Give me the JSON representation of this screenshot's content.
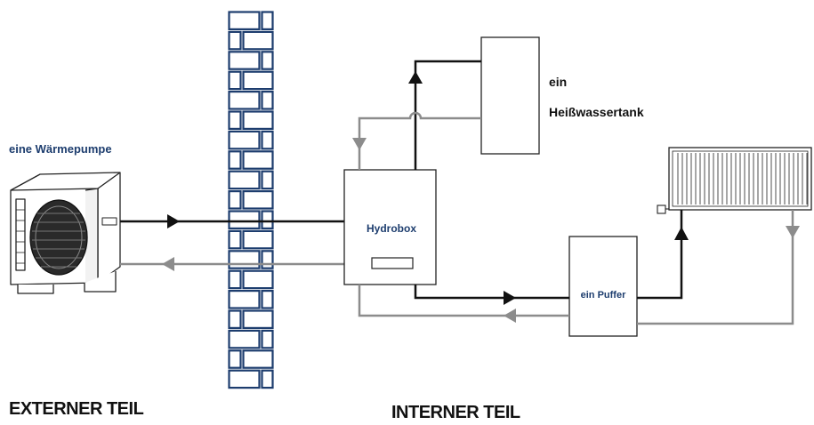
{
  "labels": {
    "heat_pump": "eine Wärmepumpe",
    "hydrobox": "Hydrobox",
    "hot_water_tank_line1": "ein",
    "hot_water_tank_line2": "Heißwassertank",
    "buffer": "ein Puffer",
    "external_part": "EXTERNER TEIL",
    "internal_part": "INTERNER TEIL"
  },
  "colors": {
    "wall": "#1d3d6e",
    "supply_line": "#111111",
    "return_line": "#8c8c8c",
    "outline": "#222222"
  }
}
